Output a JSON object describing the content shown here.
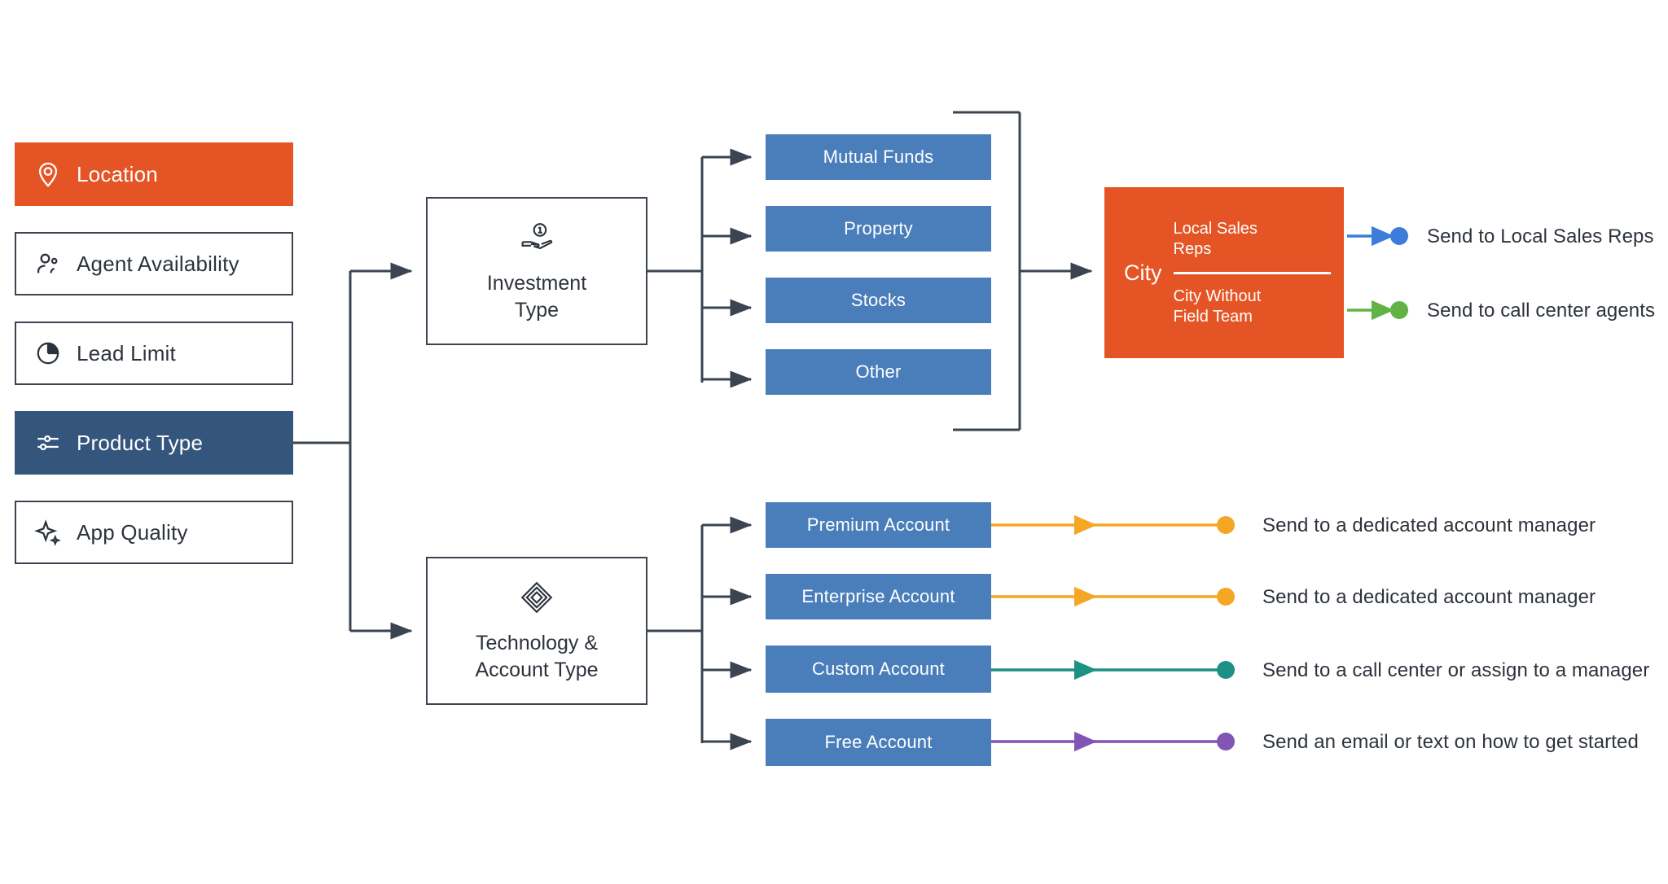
{
  "palette": {
    "orange": "#e55425",
    "navy": "#34567d",
    "blue": "#4a7ebb",
    "line": "#3b4451",
    "arrow_blue": "#3b7dd8",
    "arrow_green": "#62b346",
    "arrow_amber": "#f5a623",
    "arrow_teal": "#1c9184",
    "arrow_purple": "#8055b5",
    "text": "#2d333c",
    "white": "#ffffff"
  },
  "criteria": [
    {
      "label": "Location",
      "icon": "location-pin-icon",
      "state": "orange"
    },
    {
      "label": "Agent Availability",
      "icon": "user-agent-icon",
      "state": "outline"
    },
    {
      "label": "Lead Limit",
      "icon": "pie-chart-icon",
      "state": "outline"
    },
    {
      "label": "Product Type",
      "icon": "sliders-icon",
      "state": "navy"
    },
    {
      "label": "App Quality",
      "icon": "sparkle-icon",
      "state": "outline"
    }
  ],
  "decisions": [
    {
      "id": "investment",
      "label": "Investment\nType",
      "icon": "hand-coin-icon"
    },
    {
      "id": "technology",
      "label": "Technology &\nAccount Type",
      "icon": "diamond-icon"
    }
  ],
  "investment_options": [
    {
      "label": "Mutual Funds"
    },
    {
      "label": "Property"
    },
    {
      "label": "Stocks"
    },
    {
      "label": "Other"
    }
  ],
  "account_options": [
    {
      "label": "Premium Account"
    },
    {
      "label": "Enterprise Account"
    },
    {
      "label": "Custom Account"
    },
    {
      "label": "Free Account"
    }
  ],
  "city": {
    "title": "City",
    "options": [
      {
        "label": "Local Sales\nReps"
      },
      {
        "label": "City Without\nField Team"
      }
    ]
  },
  "city_outcomes": [
    {
      "label": "Send to Local Sales Reps",
      "color": "#3b7dd8"
    },
    {
      "label": "Send to call center agents",
      "color": "#62b346"
    }
  ],
  "account_outcomes": [
    {
      "label": "Send to a dedicated account manager",
      "color": "#f5a623"
    },
    {
      "label": "Send to a dedicated account manager",
      "color": "#f5a623"
    },
    {
      "label": "Send to a call center or assign to a manager",
      "color": "#1c9184"
    },
    {
      "label": "Send an email or text on how to get started",
      "color": "#8055b5"
    }
  ]
}
